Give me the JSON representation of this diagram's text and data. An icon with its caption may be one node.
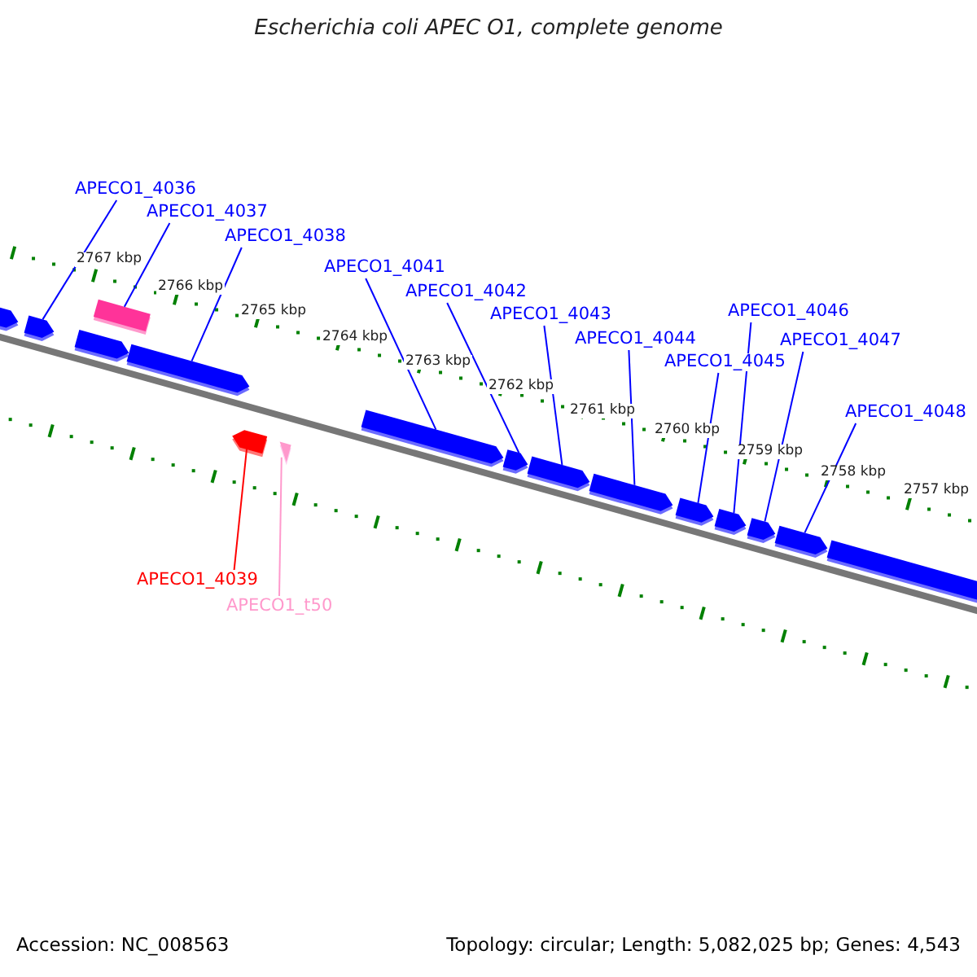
{
  "diagram": {
    "title": "Escherichia coli APEC O1, complete genome",
    "nodes": [
      {
        "text": [
          "APECO1_4036"
        ]
      },
      {
        "text": [
          "APECO1_4037"
        ]
      },
      {
        "text": [
          "APECO1_4038"
        ]
      },
      {
        "text": [
          "APECO1_4041"
        ]
      },
      {
        "text": [
          "APECO1_4042"
        ]
      },
      {
        "text": [
          "APECO1_4043"
        ]
      },
      {
        "text": [
          "APECO1_4044"
        ]
      },
      {
        "text": [
          "APECO1_4045"
        ]
      },
      {
        "text": [
          "APECO1_4046"
        ]
      },
      {
        "text": [
          "APECO1_4047"
        ]
      },
      {
        "text": [
          "APECO1_4048"
        ]
      },
      {
        "text": [
          "APECO1_4039"
        ]
      },
      {
        "text": [
          "APECO1_t50"
        ]
      },
      {
        "text": [],
        "shape": "box"
      },
      {
        "text": [],
        "shape": "box"
      },
      {
        "text": [],
        "shape": "box"
      },
      {
        "text": [],
        "shape": "box"
      },
      {
        "text": [],
        "shape": "box"
      },
      {
        "text": [],
        "shape": "box"
      },
      {
        "text": [],
        "shape": "triangle"
      },
      {
        "text": [],
        "shape": "box"
      },
      {
        "text": [],
        "shape": "box"
      },
      {
        "text": [],
        "shape": "box"
      },
      {
        "text": [],
        "shape": "box"
      },
      {
        "text": [],
        "shape": "box"
      },
      {
        "text": [],
        "shape": "box"
      },
      {
        "text": [],
        "shape": "box"
      },
      {
        "text": [],
        "shape": "box"
      },
      {
        "text": [],
        "shape": "box"
      }
    ],
    "edges": [
      {
        "from": 0,
        "to": 14,
        "arrow": "none"
      },
      {
        "from": 1,
        "to": 16,
        "arrow": "none"
      },
      {
        "from": 2,
        "to": 17,
        "arrow": "none"
      },
      {
        "from": 3,
        "to": 20,
        "arrow": "none"
      },
      {
        "from": 4,
        "to": 21,
        "arrow": "none"
      },
      {
        "from": 5,
        "to": 22,
        "arrow": "none"
      },
      {
        "from": 6,
        "to": 23,
        "arrow": "none"
      },
      {
        "from": 7,
        "to": 24,
        "arrow": "none"
      },
      {
        "from": 8,
        "to": 25,
        "arrow": "none"
      },
      {
        "from": 9,
        "to": 26,
        "arrow": "none"
      },
      {
        "from": 10,
        "to": 27,
        "arrow": "none"
      },
      {
        "from": 11,
        "to": 18,
        "arrow": "none",
        "color": "#ff0000"
      },
      {
        "from": 12,
        "to": 19,
        "arrow": "none",
        "color": "#ff99cc"
      }
    ],
    "labels": [
      "2767 kbp",
      "2766 kbp",
      "2765 kbp",
      "2764 kbp",
      "2763 kbp",
      "2762 kbp",
      "2761 kbp",
      "2760 kbp",
      "2759 kbp",
      "2758 kbp",
      "2757 kbp",
      "Accession: NC_008563",
      "Topology: circular; Length: 5,082,025 bp; Genes: 4,543"
    ]
  }
}
